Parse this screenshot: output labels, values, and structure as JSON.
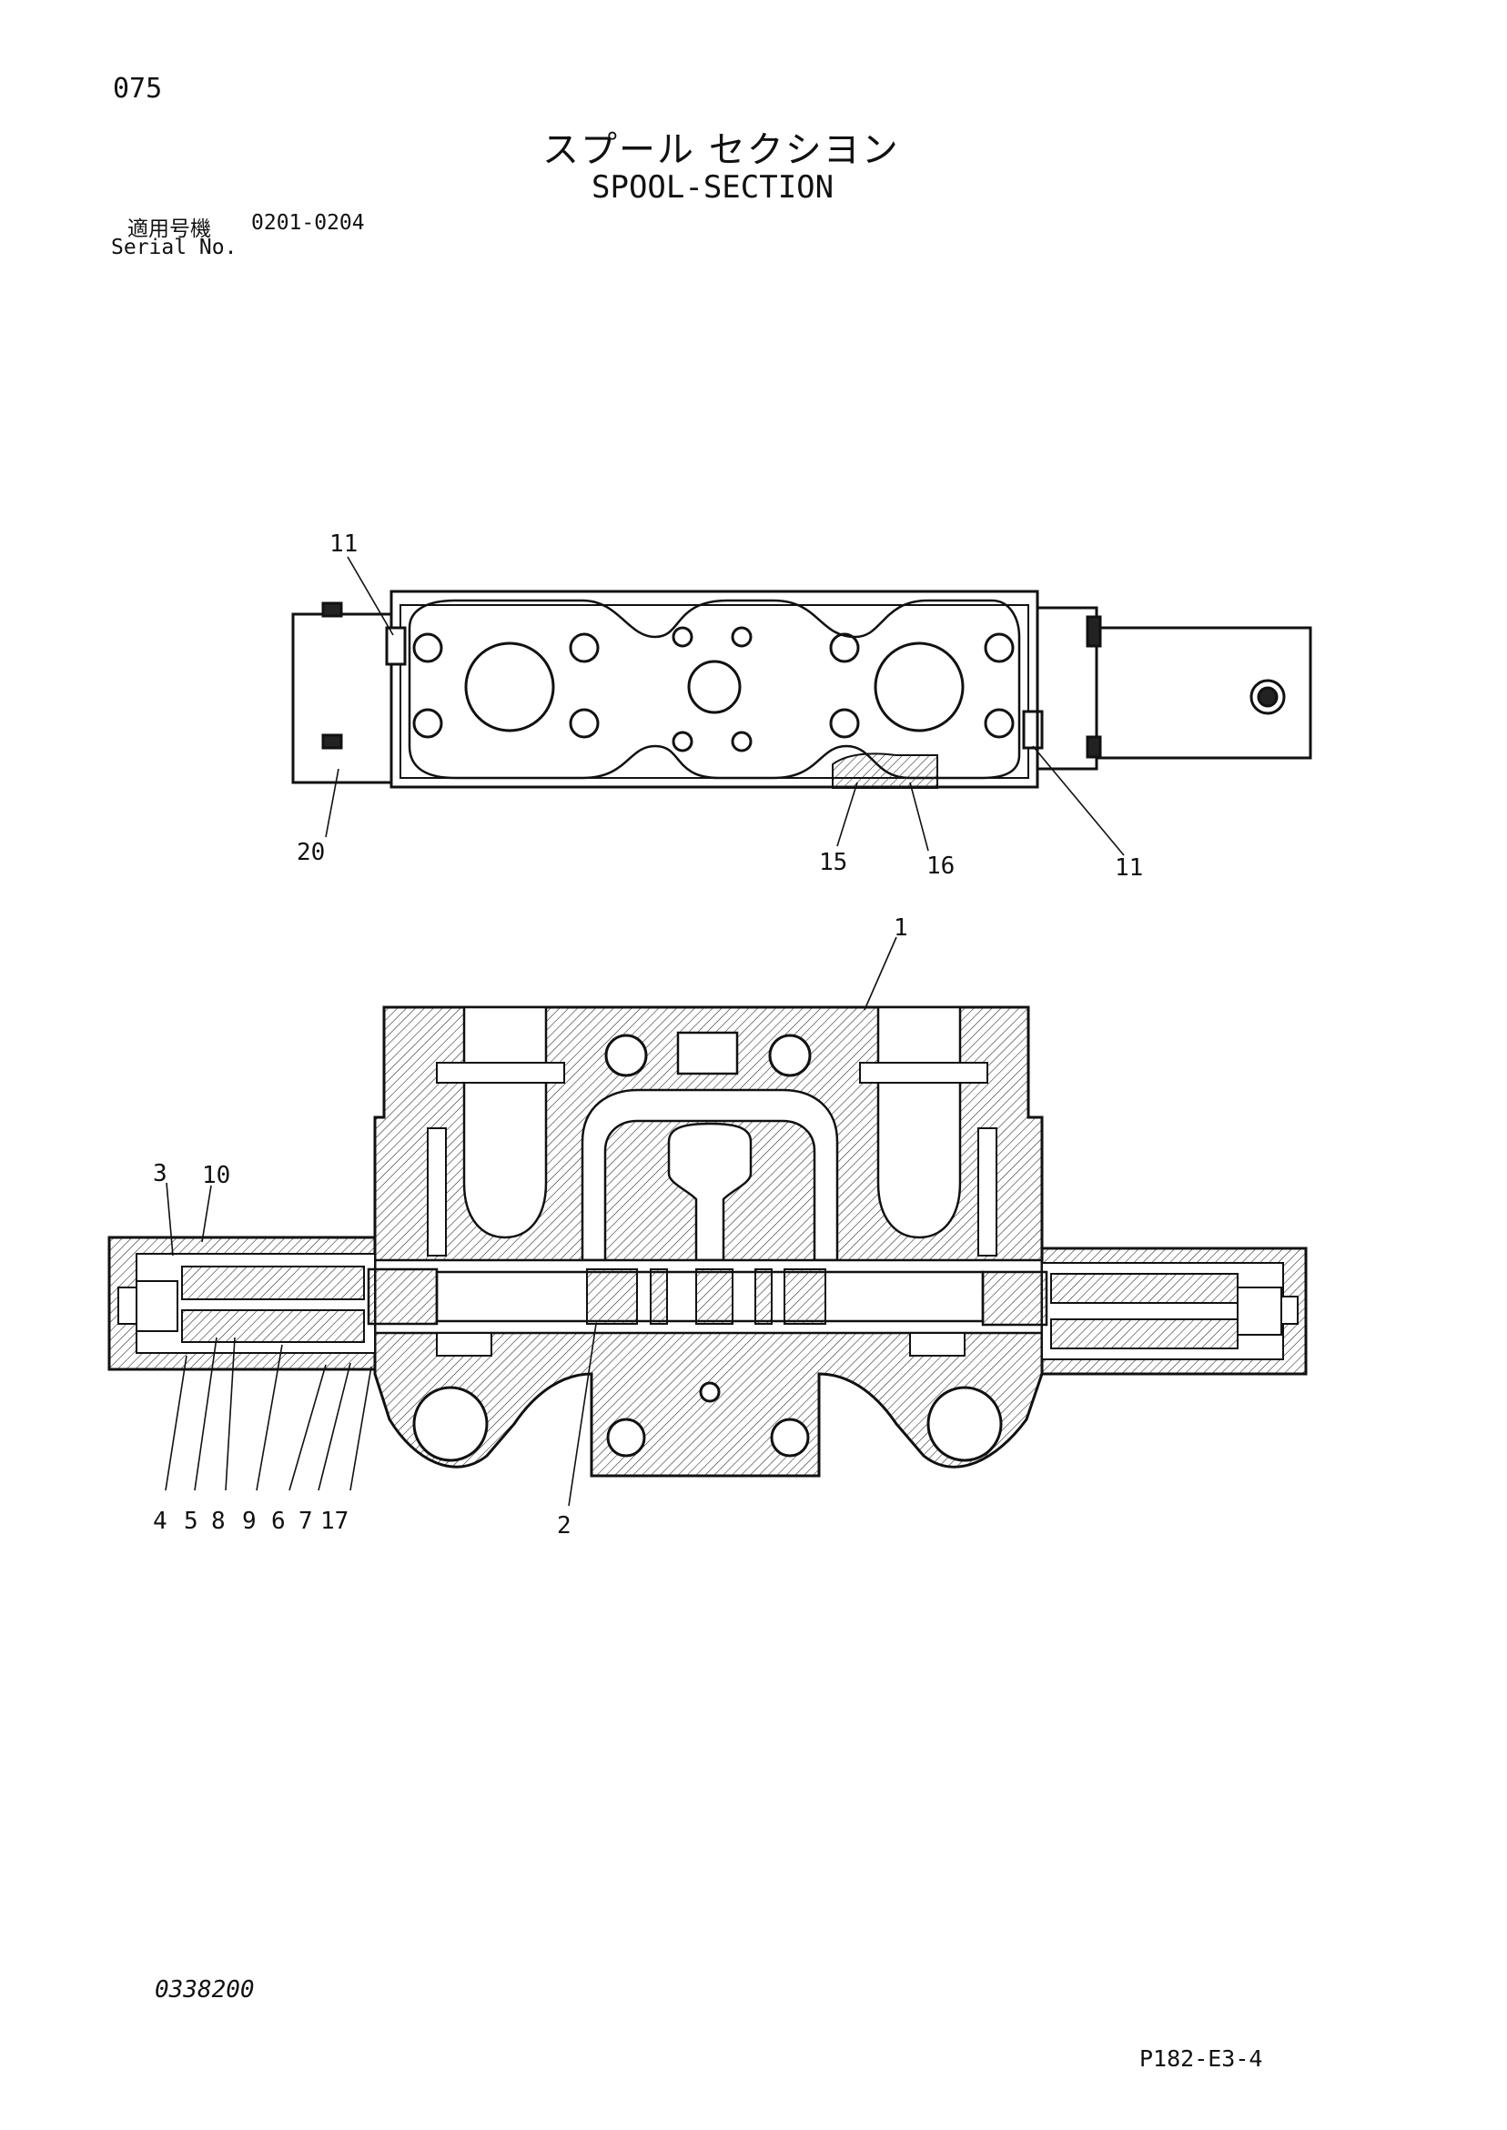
{
  "page": {
    "number": "075",
    "title_jp": "スプール セクシヨン",
    "title_en": "SPOOL-SECTION",
    "serial_label_jp": "適用号機",
    "serial_range": "0201-0204",
    "serial_label_en": "Serial No.",
    "doc_code": "0338200",
    "ref_code": "P182-E3-4"
  },
  "callouts": {
    "top_view": [
      "11",
      "20",
      "15",
      "16",
      "11"
    ],
    "section_view_upper": [
      "1",
      "3",
      "10"
    ],
    "section_view_lower": [
      "4",
      "5",
      "8",
      "9",
      "6",
      "7",
      "17",
      "2"
    ]
  }
}
